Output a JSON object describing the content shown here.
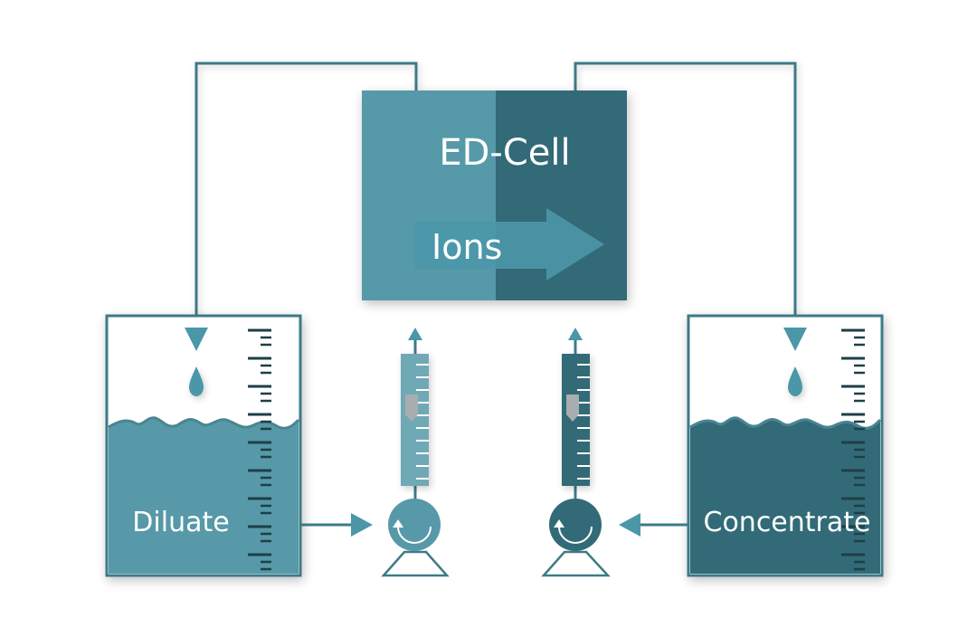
{
  "diagram": {
    "title": "Electrodialysis process",
    "colors": {
      "light_teal": "#5799a8",
      "dark_teal": "#326b77",
      "line": "#3d7a88",
      "arrow_fill": "#4b97a8",
      "tick_dark": "#1e3f47",
      "indicator_gray": "#a8adaf",
      "background": "#ffffff"
    },
    "ed_cell": {
      "label": "ED-Cell",
      "arrow_label": "Ions"
    },
    "tanks": [
      {
        "id": "diluate",
        "label": "Diluate",
        "fill_level": 0.68
      },
      {
        "id": "concentrate",
        "label": "Concentrate",
        "fill_level": 0.68
      }
    ],
    "pumps": [
      {
        "id": "diluate-pump",
        "flow_meter_level": 0.35
      },
      {
        "id": "concentrate-pump",
        "flow_meter_level": 0.35
      }
    ]
  }
}
